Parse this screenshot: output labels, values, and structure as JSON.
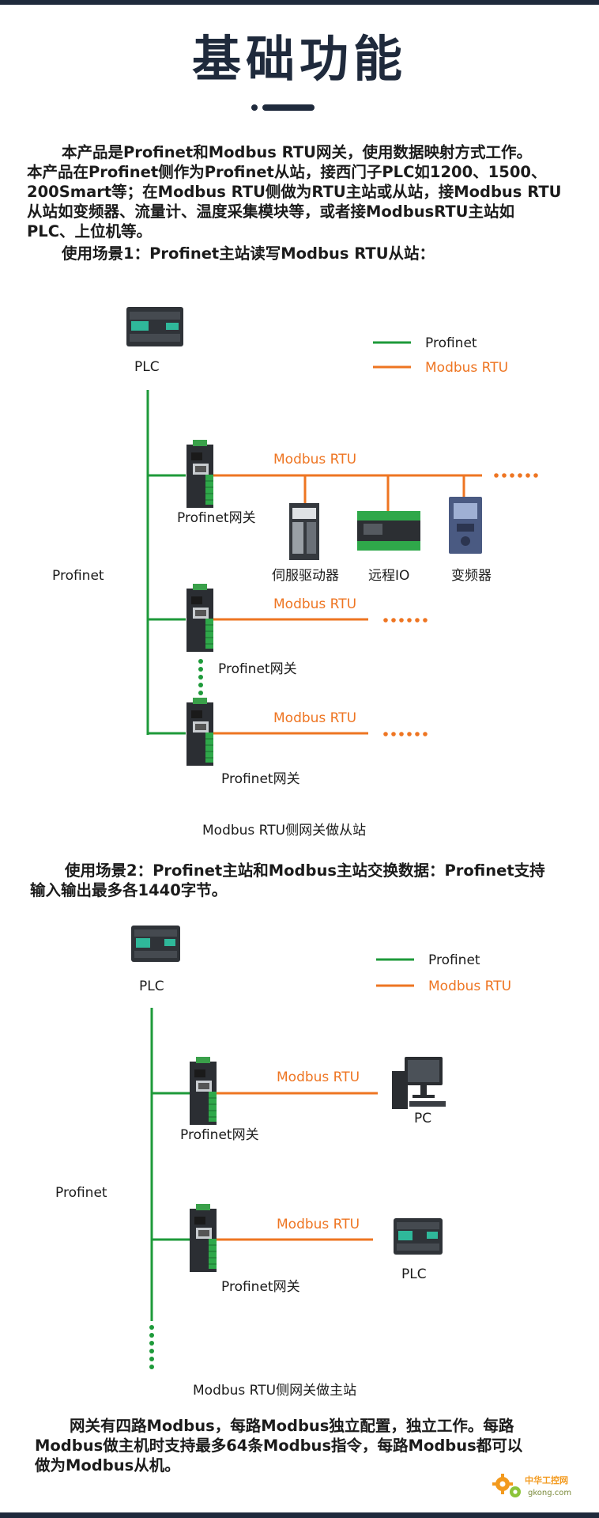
{
  "title": "基础功能",
  "intro": {
    "lines": [
      "本产品是Profinet和Modbus RTU网关，使用数据映射方式工作。",
      "本产品在Profinet侧作为Profinet从站，接西门子PLC如1200、1500、",
      "200Smart等；在Modbus RTU侧做为RTU主站或从站，接Modbus RTU",
      "从站如变频器、流量计、温度采集模块等，或者接ModbusRTU主站如",
      "PLC、上位机等。",
      "使用场景1：Profinet主站读写Modbus RTU从站："
    ]
  },
  "diagram1": {
    "legend": {
      "green_label": "Profinet",
      "orange_label": "Modbus RTU"
    },
    "plc_label": "PLC",
    "bus_label": "Profinet",
    "gateway_label": "Profinet网关",
    "rtu_label": "Modbus RTU",
    "devices": {
      "servo": "伺服驱动器",
      "remote_io": "远程IO",
      "inverter": "变频器"
    },
    "caption": "Modbus RTU侧网关做从站"
  },
  "scenario2": {
    "lines": [
      "使用场景2：Profinet主站和Modbus主站交换数据：Profinet支持",
      "输入输出最多各1440字节。"
    ]
  },
  "diagram2": {
    "legend": {
      "green_label": "Profinet",
      "orange_label": "Modbus RTU"
    },
    "plc_label": "PLC",
    "bus_label": "Profinet",
    "gateway_label": "Profinet网关",
    "rtu_label": "Modbus RTU",
    "pc_label": "PC",
    "plc2_label": "PLC",
    "caption": "Modbus RTU侧网关做主站"
  },
  "outro": {
    "lines": [
      "网关有四路Modbus，每路Modbus独立配置，独立工作。每路",
      "Modbus做主机时支持最多64条Modbus指令，每路Modbus都可以",
      "做为Modbus从机。"
    ]
  },
  "watermark": {
    "text": "中华工控网",
    "url_text": "gkong.com"
  },
  "colors": {
    "profinet_green": "#1e9a3a",
    "modbus_orange": "#ee7522",
    "dark_navy": "#1f2a3c"
  },
  "icons": [
    "plc-icon",
    "gateway-icon",
    "servo-drive-icon",
    "remote-io-icon",
    "inverter-icon",
    "pc-icon",
    "gear-icon"
  ]
}
